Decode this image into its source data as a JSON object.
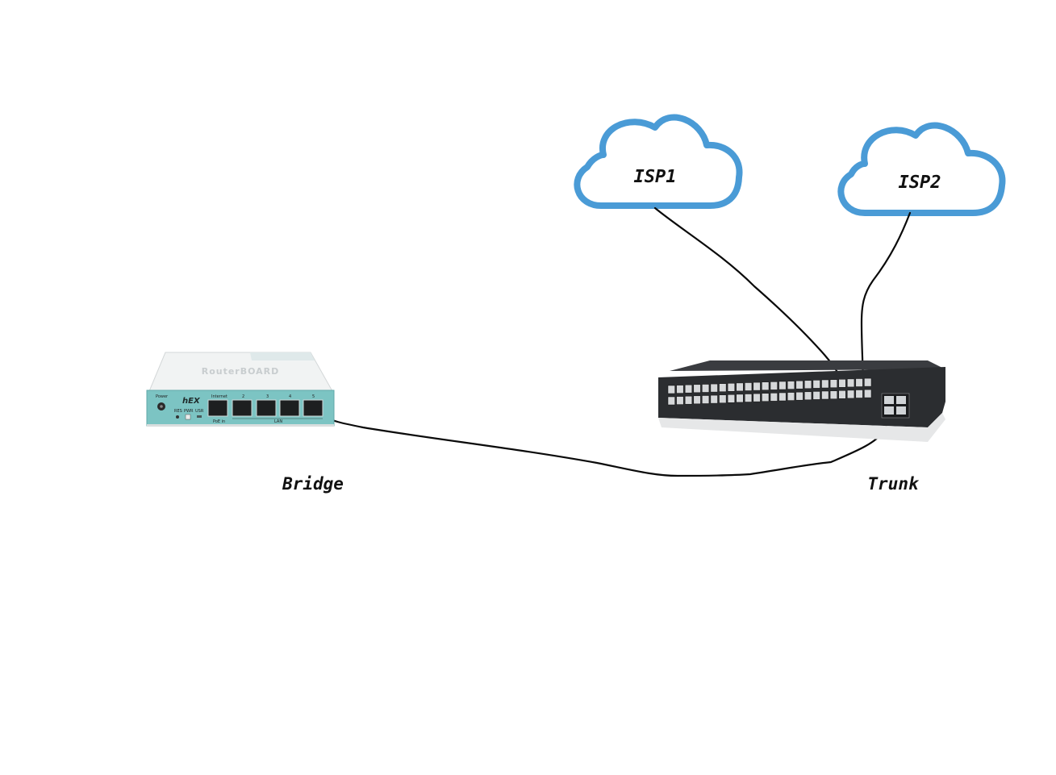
{
  "clouds": [
    {
      "id": "isp1",
      "label": "ISP1"
    },
    {
      "id": "isp2",
      "label": "ISP2"
    }
  ],
  "router": {
    "label": "Bridge",
    "model": "hEX",
    "brand": "RouterBOARD",
    "panel": {
      "power": "Power",
      "res": "RES",
      "pwr": "PWR",
      "usr": "USR",
      "internet": "Internet",
      "poe_in": "PoE in",
      "lan": "LAN",
      "port_numbers": [
        "2",
        "3",
        "4",
        "5"
      ]
    }
  },
  "switch": {
    "label": "Trunk"
  },
  "colors": {
    "cloud_stroke": "#4a9bd6",
    "cable": "#0a0a0a",
    "router_panel": "#7cc4c3",
    "switch_body": "#2b2d30"
  }
}
